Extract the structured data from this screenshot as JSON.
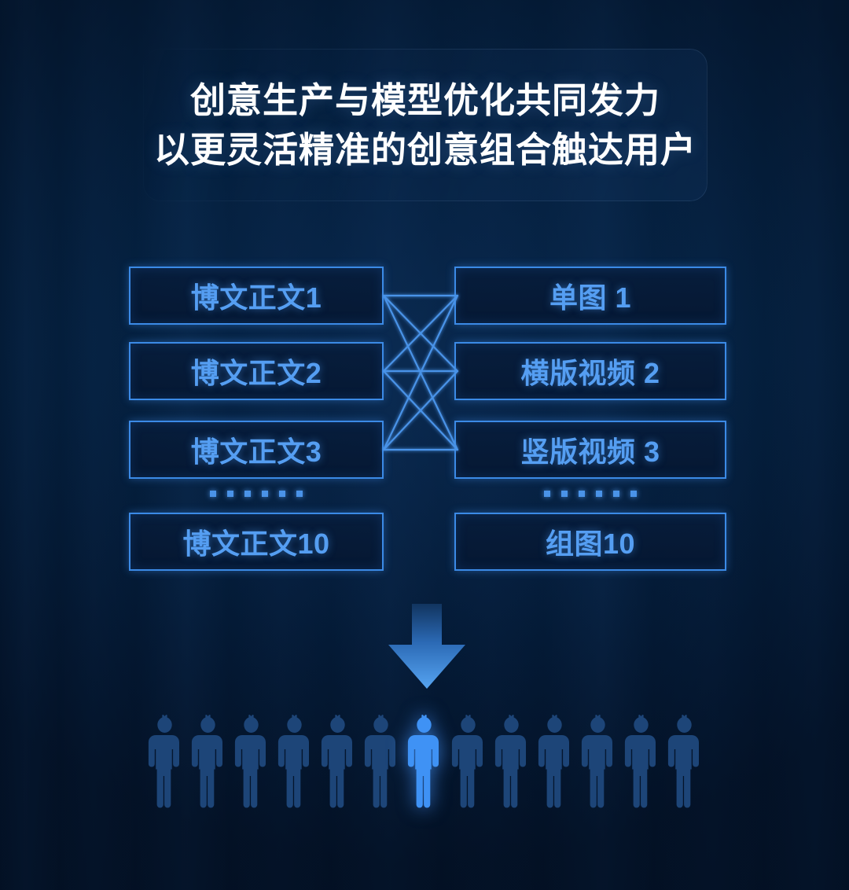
{
  "background": {
    "base_color": "#041c3d",
    "accent_color": "#3b8ae6",
    "text_accent_color": "#559ef2",
    "highlight_color": "#3f92f5",
    "dim_person_color": "#1d4578"
  },
  "title": {
    "line1": "创意生产与模型优化共同发力",
    "line2": "以更灵活精准的创意组合触达用户"
  },
  "diagram": {
    "left_column": {
      "boxes": [
        {
          "label": "博文正文1"
        },
        {
          "label": "博文正文2"
        },
        {
          "label": "博文正文3"
        },
        {
          "label": "博文正文10"
        }
      ],
      "ellipsis_dots": 6
    },
    "right_column": {
      "boxes": [
        {
          "label": "单图 1"
        },
        {
          "label": "横版视频 2"
        },
        {
          "label": "竖版视频 3"
        },
        {
          "label": "组图10"
        }
      ],
      "ellipsis_dots": 6
    },
    "connector": {
      "type": "full-bipartite-mesh",
      "left_nodes": 3,
      "right_nodes": 3,
      "edges": 9,
      "color": "#4a93e8"
    },
    "arrow": {
      "direction": "down",
      "gradient_from": "#123a6e",
      "gradient_to": "#4f9ef0"
    }
  },
  "audience": {
    "total_people": 13,
    "highlighted_index": 6,
    "icon": "person-icon"
  }
}
